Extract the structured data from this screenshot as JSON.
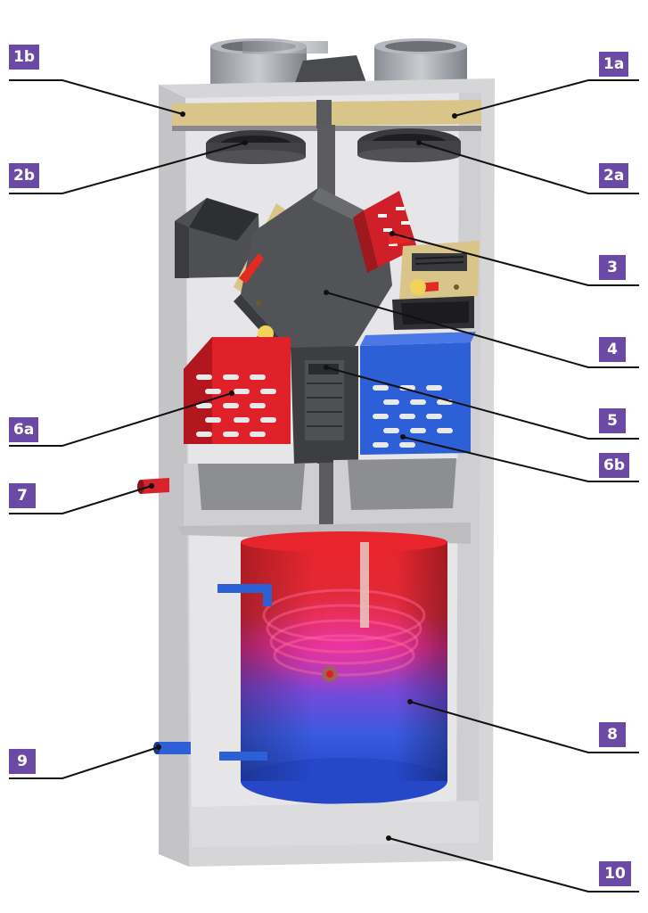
{
  "labels": {
    "l1b": "1b",
    "l1a": "1a",
    "l2b": "2b",
    "l2a": "2a",
    "l3": "3",
    "l4": "4",
    "l5": "5",
    "l6a": "6a",
    "l6b": "6b",
    "l7": "7",
    "l8": "8",
    "l9": "9",
    "l10": "10"
  },
  "colors": {
    "label_bg": "#6b4aa6",
    "casing": "#d9d9db",
    "dark_panel": "#3d3d3f",
    "filter": "#d9c48a",
    "supply_red": "#e0202a",
    "extract_blue": "#2d5fd6"
  }
}
